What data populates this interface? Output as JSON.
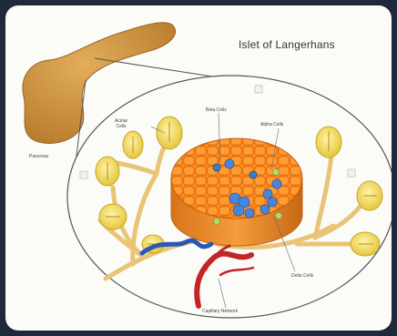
{
  "diagram": {
    "title": "Islet of Langerhans",
    "labels": {
      "pancreas": "Pancreas",
      "acinar": "Acinar\nCells",
      "beta": "Beta Cells",
      "alpha": "Alpha Cells",
      "delta": "Delta Cells",
      "capillary": "Capillary Network"
    }
  }
}
